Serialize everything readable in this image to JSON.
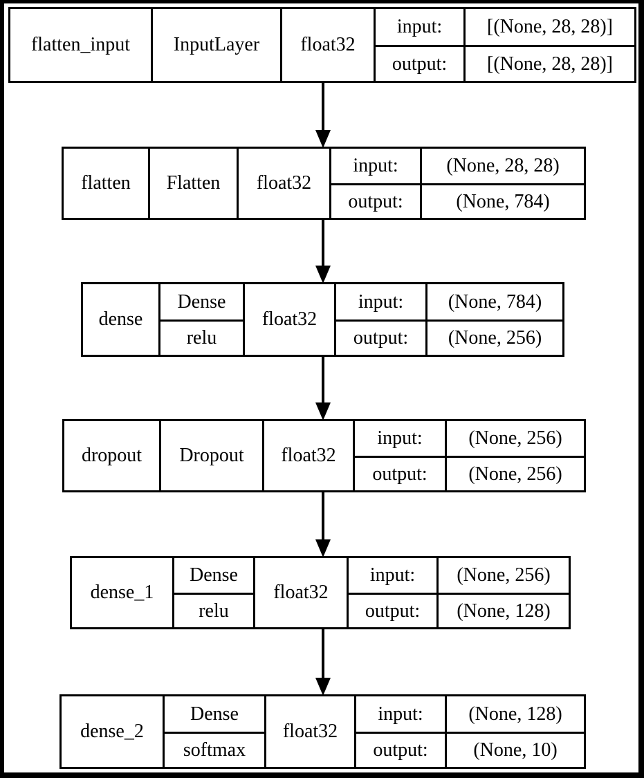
{
  "diagram": {
    "kind": "keras-model-architecture",
    "colors": {
      "frame": "#000000",
      "background": "#ffffff",
      "line": "#000000",
      "text": "#000000"
    },
    "nodes": [
      {
        "name": "flatten_input",
        "type": "InputLayer",
        "dtype": "float32",
        "input_label": "input:",
        "output_label": "output:",
        "input_shape": "[(None, 28, 28)]",
        "output_shape": "[(None, 28, 28)]"
      },
      {
        "name": "flatten",
        "type": "Flatten",
        "dtype": "float32",
        "input_label": "input:",
        "output_label": "output:",
        "input_shape": "(None, 28, 28)",
        "output_shape": "(None, 784)"
      },
      {
        "name": "dense",
        "type": "Dense",
        "activation": "relu",
        "dtype": "float32",
        "input_label": "input:",
        "output_label": "output:",
        "input_shape": "(None, 784)",
        "output_shape": "(None, 256)"
      },
      {
        "name": "dropout",
        "type": "Dropout",
        "dtype": "float32",
        "input_label": "input:",
        "output_label": "output:",
        "input_shape": "(None, 256)",
        "output_shape": "(None, 256)"
      },
      {
        "name": "dense_1",
        "type": "Dense",
        "activation": "relu",
        "dtype": "float32",
        "input_label": "input:",
        "output_label": "output:",
        "input_shape": "(None, 256)",
        "output_shape": "(None, 128)"
      },
      {
        "name": "dense_2",
        "type": "Dense",
        "activation": "softmax",
        "dtype": "float32",
        "input_label": "input:",
        "output_label": "output:",
        "input_shape": "(None, 128)",
        "output_shape": "(None, 10)"
      }
    ],
    "connections": [
      {
        "from": "flatten_input",
        "to": "flatten"
      },
      {
        "from": "flatten",
        "to": "dense"
      },
      {
        "from": "dense",
        "to": "dropout"
      },
      {
        "from": "dropout",
        "to": "dense_1"
      },
      {
        "from": "dense_1",
        "to": "dense_2"
      }
    ]
  }
}
